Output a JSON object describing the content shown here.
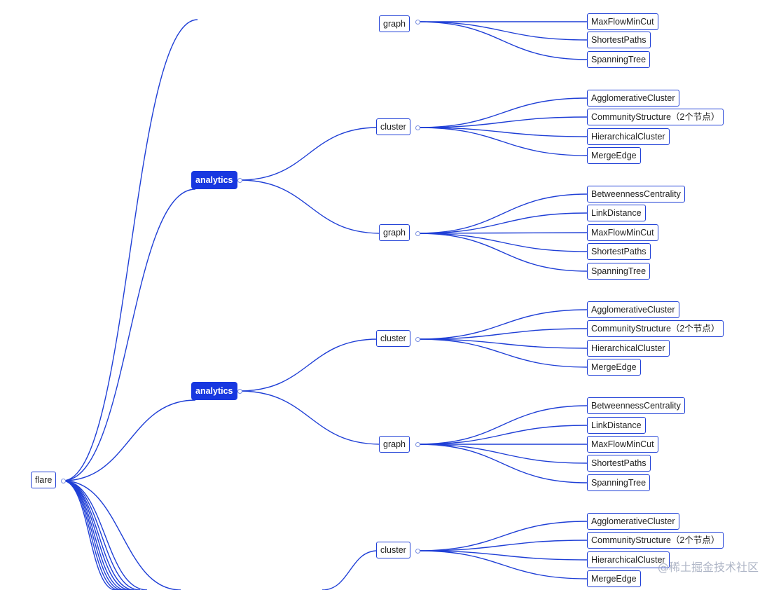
{
  "root": {
    "label": "flare"
  },
  "level1": [
    {
      "label": "analytics",
      "highlight": true
    },
    {
      "label": "analytics",
      "highlight": true
    }
  ],
  "level2": [
    {
      "label": "graph"
    },
    {
      "label": "cluster"
    },
    {
      "label": "graph"
    },
    {
      "label": "cluster"
    },
    {
      "label": "graph"
    },
    {
      "label": "cluster"
    }
  ],
  "leaves": [
    {
      "label": "MaxFlowMinCut"
    },
    {
      "label": "ShortestPaths"
    },
    {
      "label": "SpanningTree"
    },
    {
      "label": "AgglomerativeCluster"
    },
    {
      "label": "CommunityStructure（2个节点）"
    },
    {
      "label": "HierarchicalCluster"
    },
    {
      "label": "MergeEdge"
    },
    {
      "label": "BetweennessCentrality"
    },
    {
      "label": "LinkDistance"
    },
    {
      "label": "MaxFlowMinCut"
    },
    {
      "label": "ShortestPaths"
    },
    {
      "label": "SpanningTree"
    },
    {
      "label": "AgglomerativeCluster"
    },
    {
      "label": "CommunityStructure（2个节点）"
    },
    {
      "label": "HierarchicalCluster"
    },
    {
      "label": "MergeEdge"
    },
    {
      "label": "BetweennessCentrality"
    },
    {
      "label": "LinkDistance"
    },
    {
      "label": "MaxFlowMinCut"
    },
    {
      "label": "ShortestPaths"
    },
    {
      "label": "SpanningTree"
    },
    {
      "label": "AgglomerativeCluster"
    },
    {
      "label": "CommunityStructure（2个节点）"
    },
    {
      "label": "HierarchicalCluster"
    },
    {
      "label": "MergeEdge"
    }
  ],
  "watermark": "@稀土掘金技术社区",
  "colors": {
    "edge": "#1f3fd6",
    "highlight": "#1838e0",
    "toggle": "#7a8fe0"
  }
}
